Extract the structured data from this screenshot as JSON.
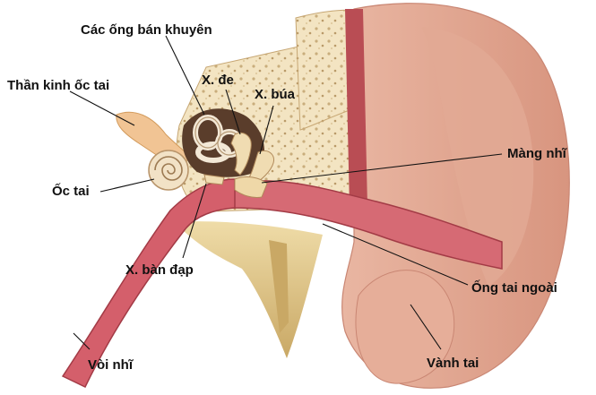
{
  "labels": {
    "semicircular_canals": "Các ống bán khuyên",
    "cochlear_nerve": "Thần kinh ốc tai",
    "incus": "X. đe",
    "malleus": "X. búa",
    "eardrum": "Màng nhĩ",
    "cochlea": "Ốc tai",
    "stapes": "X. bàn đạp",
    "ear_canal": "Ống tai ngoài",
    "eustachian_tube": "Vòi nhĩ",
    "auricle": "Vành tai"
  },
  "colors": {
    "skin": "#e8b8a6",
    "skin_dark": "#c98673",
    "bone": "#f2e3bf",
    "canal_red": "#c8505c",
    "label_text": "#111111"
  }
}
